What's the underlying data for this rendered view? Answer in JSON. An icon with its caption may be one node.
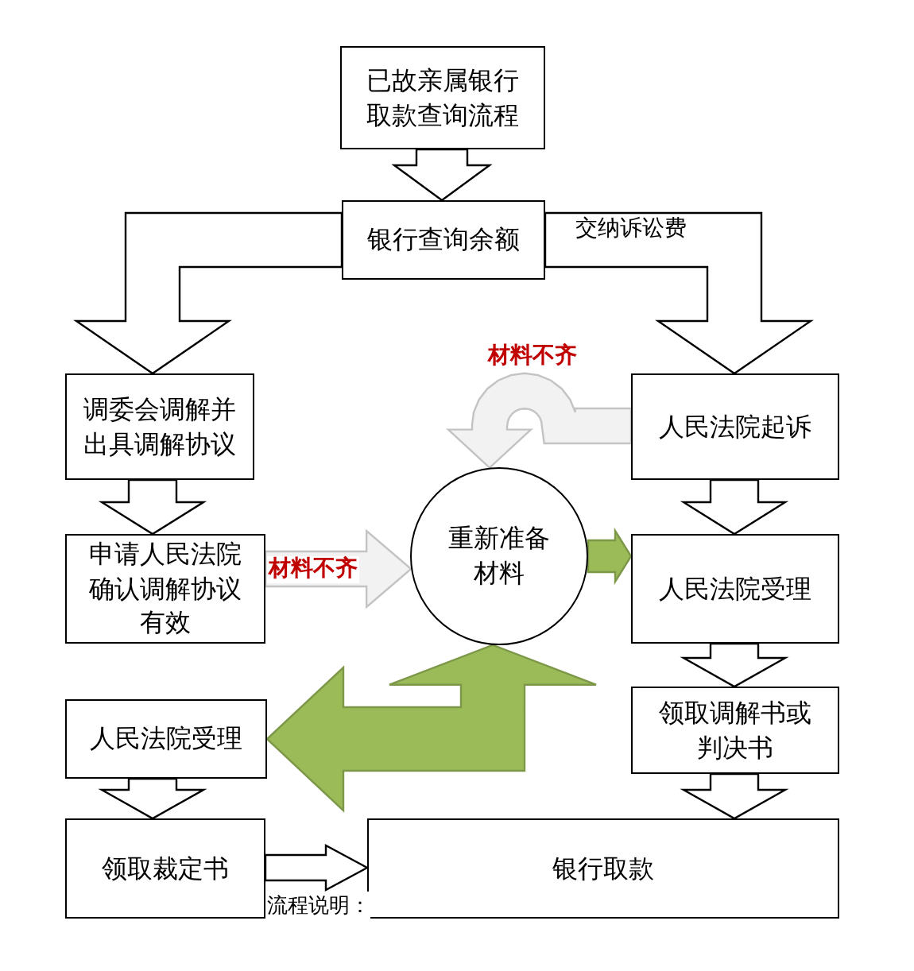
{
  "diagram": {
    "nodes": [
      {
        "text": [
          "已故亲属银行取款查询流程"
        ]
      },
      {
        "text": [
          "银行查询余额"
        ]
      },
      {
        "text": [
          "调委会调解并出具调解协议"
        ]
      },
      {
        "text": [
          "人民法院起诉"
        ]
      },
      {
        "text": [
          "申请人民法院确认调解协议有效"
        ]
      },
      {
        "text": [
          "重新准备材料"
        ]
      },
      {
        "text": [
          "人民法院受理"
        ]
      },
      {
        "text": [
          "人民法院受理"
        ]
      },
      {
        "text": [
          "领取调解书或判决书"
        ]
      },
      {
        "text": [
          "领取裁定书"
        ]
      },
      {
        "text": [
          "银行取款"
        ]
      }
    ],
    "edges": [
      {
        "from": 0,
        "to": 1,
        "arrow": "to"
      },
      {
        "from": 1,
        "to": 2,
        "arrow": "to"
      },
      {
        "from": 1,
        "to": 3,
        "arrow": "to",
        "label": "交纳诉讼费"
      },
      {
        "from": 2,
        "to": 4,
        "arrow": "to"
      },
      {
        "from": 3,
        "to": 6,
        "arrow": "to"
      },
      {
        "from": 4,
        "to": 5,
        "arrow": "to",
        "label": "材料不齐",
        "color": "#f2f2f2"
      },
      {
        "from": 3,
        "to": 5,
        "arrow": "to",
        "label": "材料不齐",
        "color": "#f2f2f2"
      },
      {
        "from": 5,
        "to": 6,
        "arrow": "to",
        "color": "#9bbb59"
      },
      {
        "from": 5,
        "to": 7,
        "arrow": "both",
        "color": "#9bbb59"
      },
      {
        "from": 6,
        "to": 8,
        "arrow": "to"
      },
      {
        "from": 7,
        "to": 9,
        "arrow": "to"
      },
      {
        "from": 8,
        "to": 10,
        "arrow": "to"
      },
      {
        "from": 9,
        "to": 10,
        "arrow": "to"
      }
    ],
    "labels": [
      "流程说明："
    ]
  }
}
